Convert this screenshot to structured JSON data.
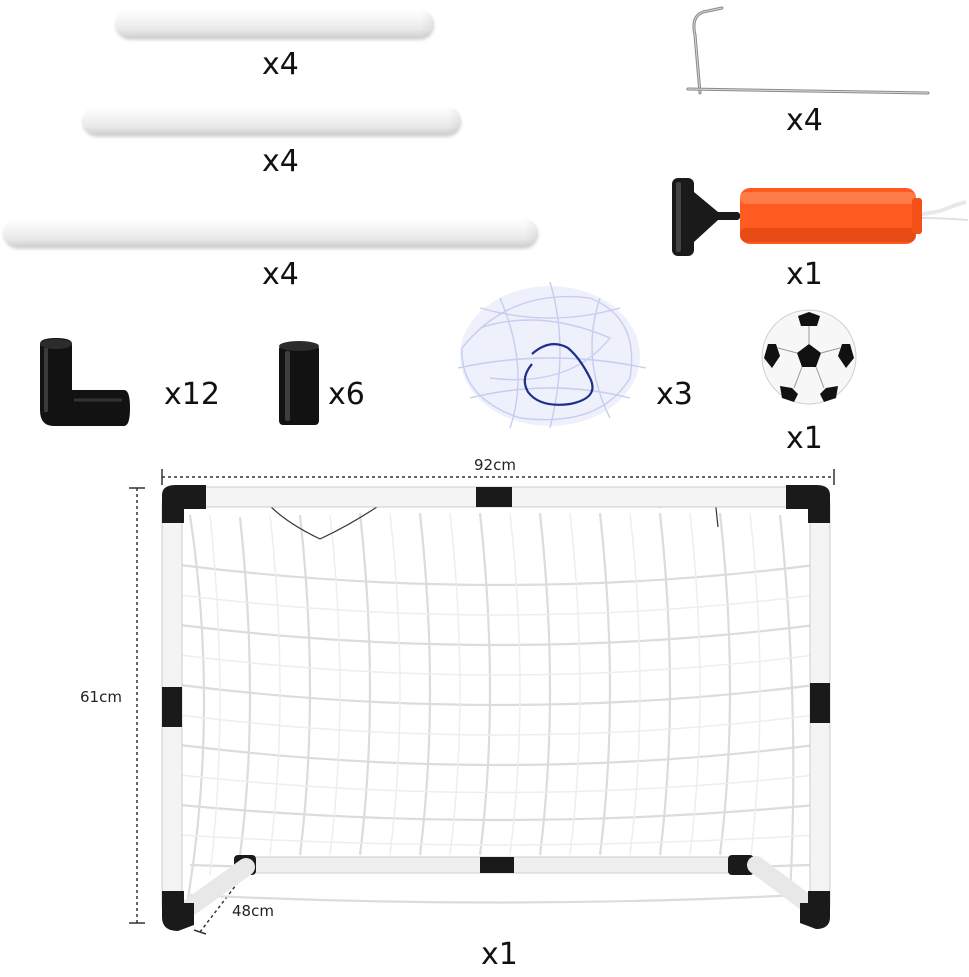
{
  "quantities": {
    "short_pipe": "x4",
    "medium_pipe": "x4",
    "long_pipe": "x4",
    "stake": "x4",
    "pump": "x1",
    "elbow_connector": "x12",
    "straight_connector": "x6",
    "net": "x3",
    "ball": "x1",
    "goal": "x1"
  },
  "dimensions": {
    "width": "92cm",
    "height": "61cm",
    "depth": "48cm"
  },
  "colors": {
    "pump_orange": "#ff5a1f",
    "frame_black": "#1a1a1a",
    "net_blue": "#1c2f8a"
  }
}
